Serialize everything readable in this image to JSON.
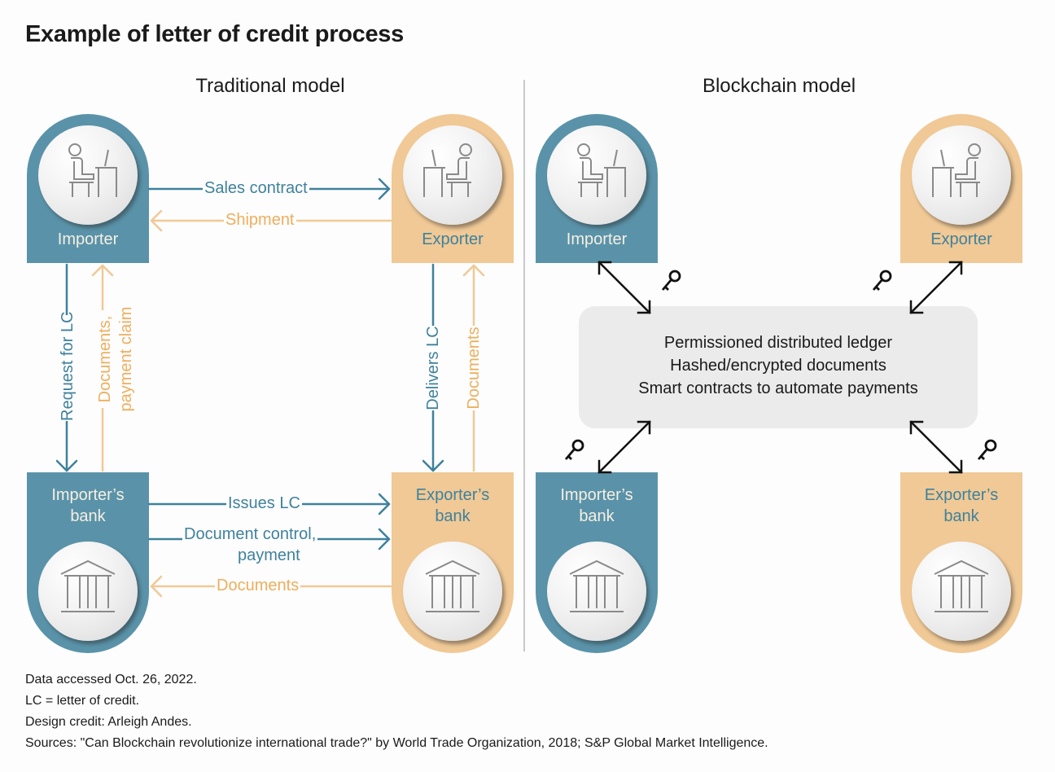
{
  "title": "Example of letter of credit process",
  "colors": {
    "teal": "#5a93a9",
    "tan": "#f0c996",
    "teal_text": "#3f819c",
    "tan_text": "#eeae5d",
    "ledger_bg": "#ebebeb"
  },
  "traditional": {
    "heading": "Traditional model",
    "nodes": {
      "importer": {
        "label": "Importer",
        "icon": "person-at-desk-icon"
      },
      "exporter": {
        "label": "Exporter",
        "icon": "person-at-desk-icon"
      },
      "importers_bank": {
        "label_line1": "Importer’s",
        "label_line2": "bank",
        "icon": "bank-building-icon"
      },
      "exporters_bank": {
        "label_line1": "Exporter’s",
        "label_line2": "bank",
        "icon": "bank-building-icon"
      }
    },
    "flows": {
      "sales_contract": "Sales contract",
      "shipment": "Shipment",
      "request_for_lc": "Request for LC",
      "documents_payment_claim_line1": "Documents,",
      "documents_payment_claim_line2": "payment claim",
      "delivers_lc": "Delivers LC",
      "documents_exporter": "Documents",
      "issues_lc": "Issues LC",
      "document_control_line1": "Document control,",
      "document_control_line2": "payment",
      "documents_bank": "Documents"
    }
  },
  "blockchain": {
    "heading": "Blockchain model",
    "nodes": {
      "importer": {
        "label": "Importer"
      },
      "exporter": {
        "label": "Exporter"
      },
      "importers_bank": {
        "label_line1": "Importer’s",
        "label_line2": "bank",
        "icon": "bank-building-icon"
      },
      "exporters_bank": {
        "label_line1": "Exporter’s",
        "label_line2": "bank",
        "icon": "bank-building-icon"
      }
    },
    "ledger": [
      "Permissioned distributed ledger",
      "Hashed/encrypted documents",
      "Smart contracts to automate payments"
    ],
    "connector_icon": "key-icon"
  },
  "notes": [
    "Data accessed Oct. 26, 2022.",
    "LC = letter of credit.",
    "Design credit: Arleigh Andes.",
    "Sources: \"Can Blockchain revolutionize international trade?\" by World Trade Organization, 2018; S&P Global Market Intelligence."
  ]
}
